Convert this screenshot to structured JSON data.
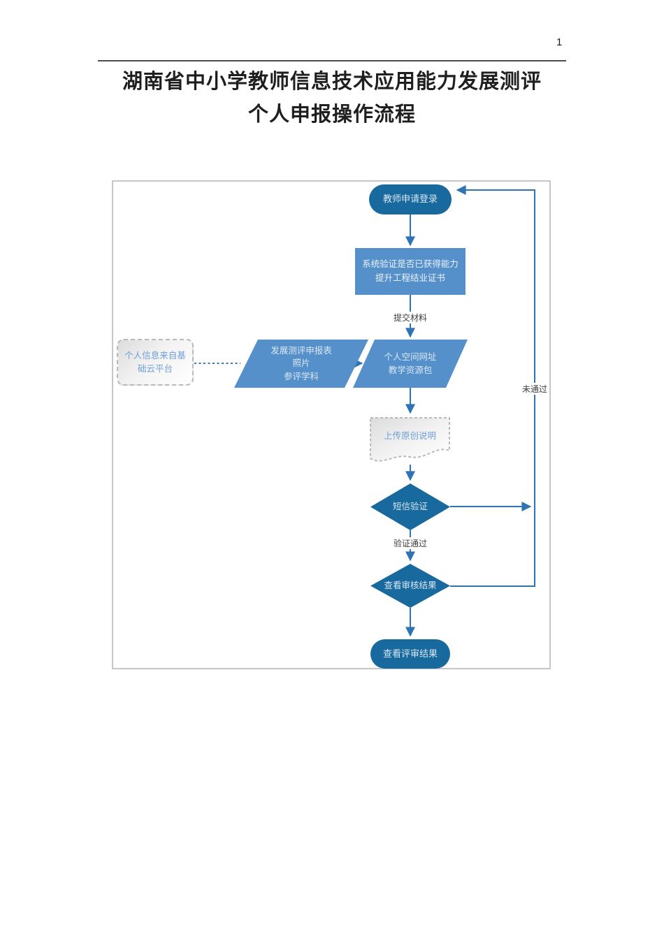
{
  "page": {
    "number": "1"
  },
  "title": {
    "line1": "湖南省中小学教师信息技术应用能力发展测评",
    "line2": "个人申报操作流程"
  },
  "flow": {
    "nodes": {
      "login": {
        "text": "教师申请登录"
      },
      "verify_cert": {
        "text": "系统验证是否已获得能力\n提升工程结业证书"
      },
      "cloud_info": {
        "text": "个人信息来自基\n础云平台"
      },
      "application_form": {
        "text": "发展测评申报表\n照片\n参评学科"
      },
      "personal_space": {
        "text": "个人空间网址\n教学资源包"
      },
      "upload_statement": {
        "text": "上传原创说明"
      },
      "sms_verify": {
        "text": "短信验证"
      },
      "review_result": {
        "text": "查看审核结果"
      },
      "final_result": {
        "text": "查看评审结果"
      }
    },
    "edge_labels": {
      "submit_materials": "提交材料",
      "verify_pass": "验证通过",
      "not_pass": "未通过"
    },
    "colors": {
      "node_dark": "#17699e",
      "node_medium": "#5590cb",
      "connector": "#2e74b5",
      "doc_text": "#6f9fd8"
    }
  }
}
